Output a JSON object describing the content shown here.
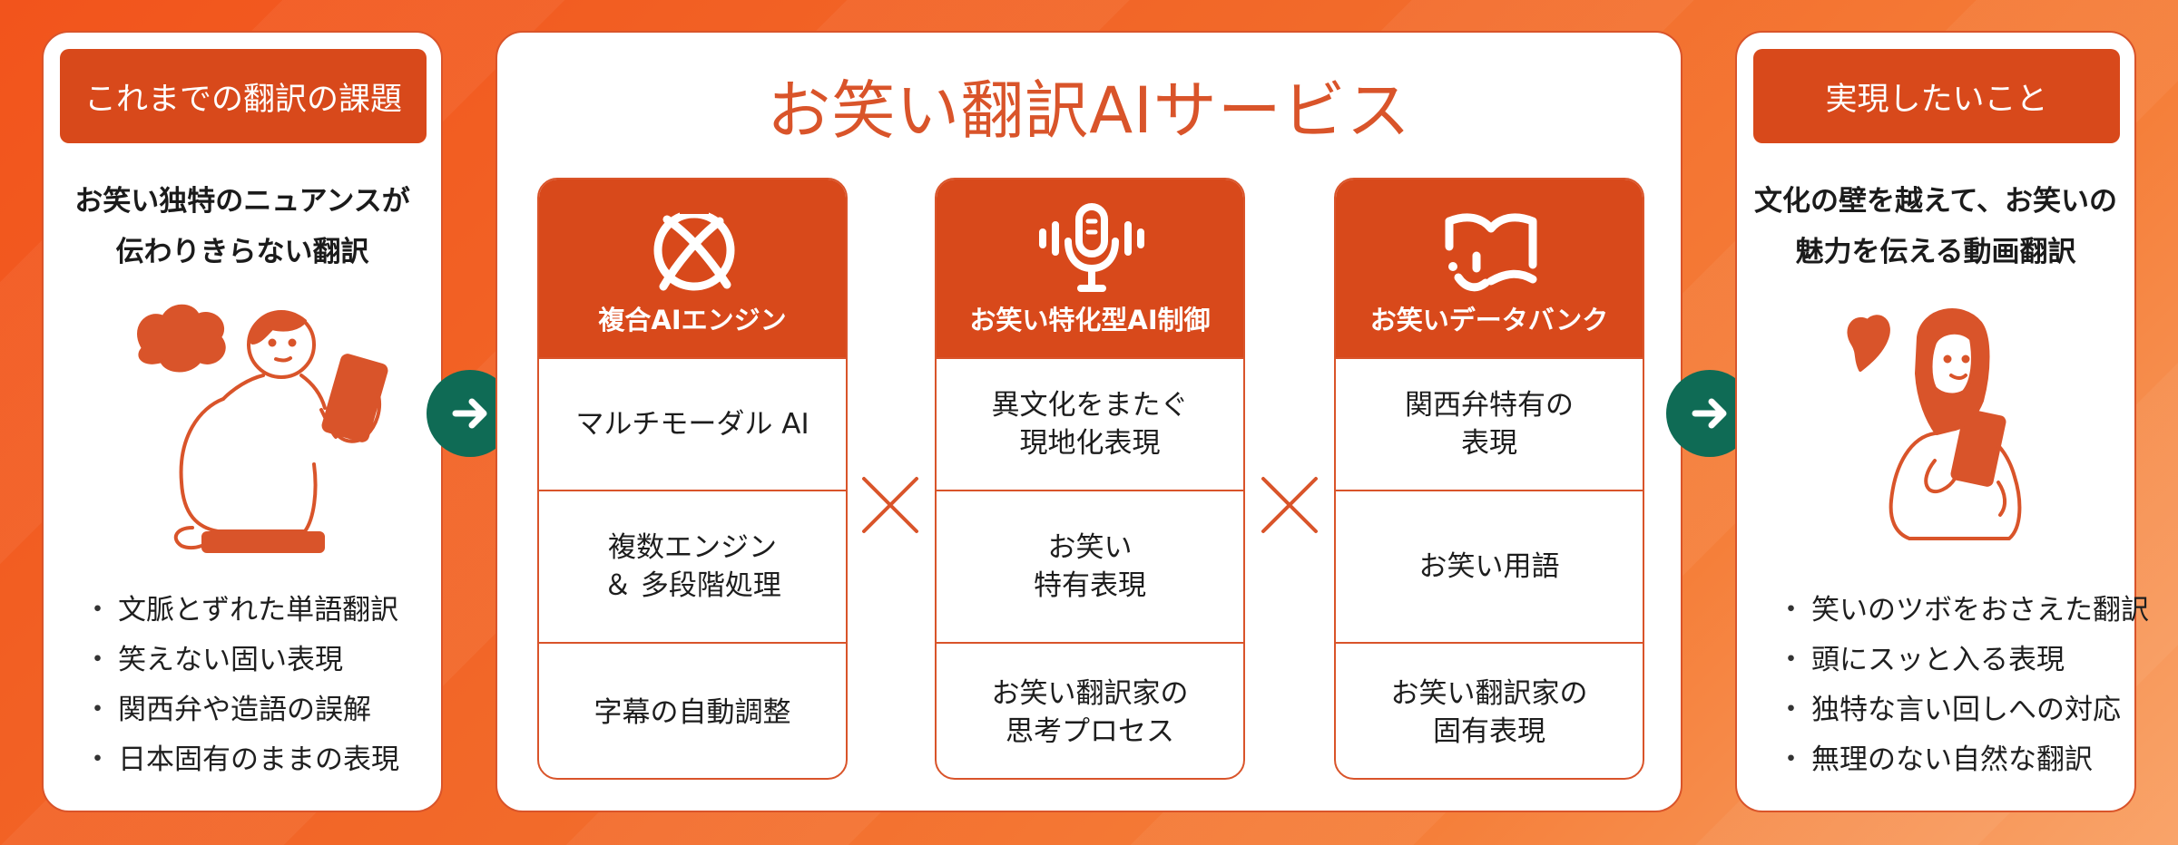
{
  "colors": {
    "accent": "#d8491b",
    "arrow": "#0f6b55",
    "text": "#1b1b1b"
  },
  "left": {
    "header": "これまでの翻訳の課題",
    "title_lines": [
      "お笑い独特のニュアンスが",
      "伝わりきらない翻訳"
    ],
    "bullets": [
      "文脈とずれた単語翻訳",
      "笑えない固い表現",
      "関西弁や造語の誤解",
      "日本固有のままの表現"
    ],
    "bullet_marker": "・"
  },
  "center": {
    "title": "お笑い翻訳AIサービス",
    "columns": [
      {
        "icon": "atom-orbit-icon",
        "title": "複合AIエンジン",
        "cells": [
          "マルチモーダル AI",
          "複数エンジン\n＆ 多段階処理",
          "字幕の自動調整"
        ]
      },
      {
        "icon": "microphone-icon",
        "title": "お笑い特化型AI制御",
        "cells": [
          "異文化をまたぐ\n現地化表現",
          "お笑い\n特有表現",
          "お笑い翻訳家の\n思考プロセス"
        ]
      },
      {
        "icon": "smiling-book-icon",
        "title": "お笑いデータバンク",
        "cells": [
          "関西弁特有の\n表現",
          "お笑い用語",
          "お笑い翻訳家の\n固有表現"
        ]
      }
    ]
  },
  "right": {
    "header": "実現したいこと",
    "title_lines": [
      "文化の壁を越えて、お笑いの",
      "魅力を伝える動画翻訳"
    ],
    "bullets": [
      "笑いのツボをおさえた翻訳",
      "頭にスッと入る表現",
      "独特な言い回しへの対応",
      "無理のない自然な翻訳"
    ],
    "bullet_marker": "・"
  }
}
